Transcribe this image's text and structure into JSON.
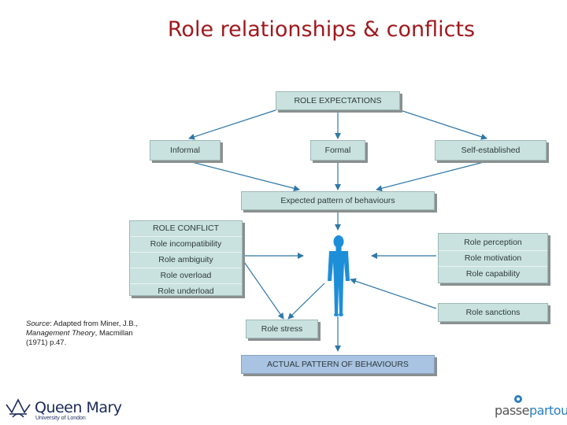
{
  "title": "Role relationships & conflicts",
  "nodes": {
    "role_expectations": "ROLE EXPECTATIONS",
    "informal": "Informal",
    "formal": "Formal",
    "self_established": "Self-established",
    "expected_pattern": "Expected pattern of behaviours",
    "role_conflict": {
      "header": "ROLE CONFLICT",
      "items": [
        "Role incompatibility",
        "Role ambiguity",
        "Role overload",
        "Role underload"
      ]
    },
    "role_factors": [
      "Role perception",
      "Role motivation",
      "Role capability"
    ],
    "role_sanctions": "Role sanctions",
    "role_stress": "Role stress",
    "actual_pattern": "ACTUAL PATTERN OF BEHAVIOURS"
  },
  "source": {
    "prefix": "Source",
    "text1": ": Adapted from Miner, J.B.,",
    "book": "Management Theory",
    "text2": ", Macmillan",
    "text3": "(1971) p.47."
  },
  "logos": {
    "qm_name": "Queen Mary",
    "qm_sub": "University of London",
    "pp_a": "passe",
    "pp_b": "partout"
  },
  "colors": {
    "title": "#a0191e",
    "box": "#c9e2e0",
    "actual_box": "#a9c3e2",
    "arrow": "#2e78a8",
    "figure": "#1d8ed8"
  }
}
